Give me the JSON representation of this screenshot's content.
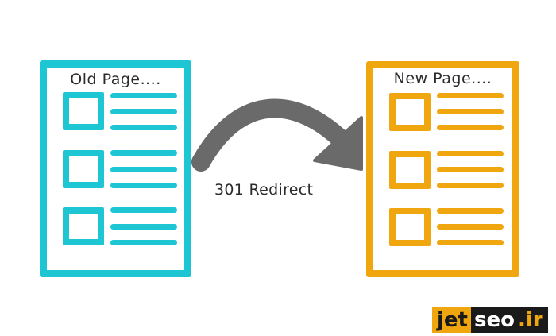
{
  "diagram": {
    "old_page": {
      "title": "Old Page...."
    },
    "new_page": {
      "title": "New Page...."
    },
    "arrow": {
      "label": "301 Redirect"
    }
  },
  "colors": {
    "old_page": "#1ec6d3",
    "new_page": "#f0a70f",
    "arrow": "#6a6a6a",
    "text": "#2b2b2b"
  },
  "watermark": {
    "part1": "jet",
    "part2": "seo",
    "part3": ".ir"
  }
}
